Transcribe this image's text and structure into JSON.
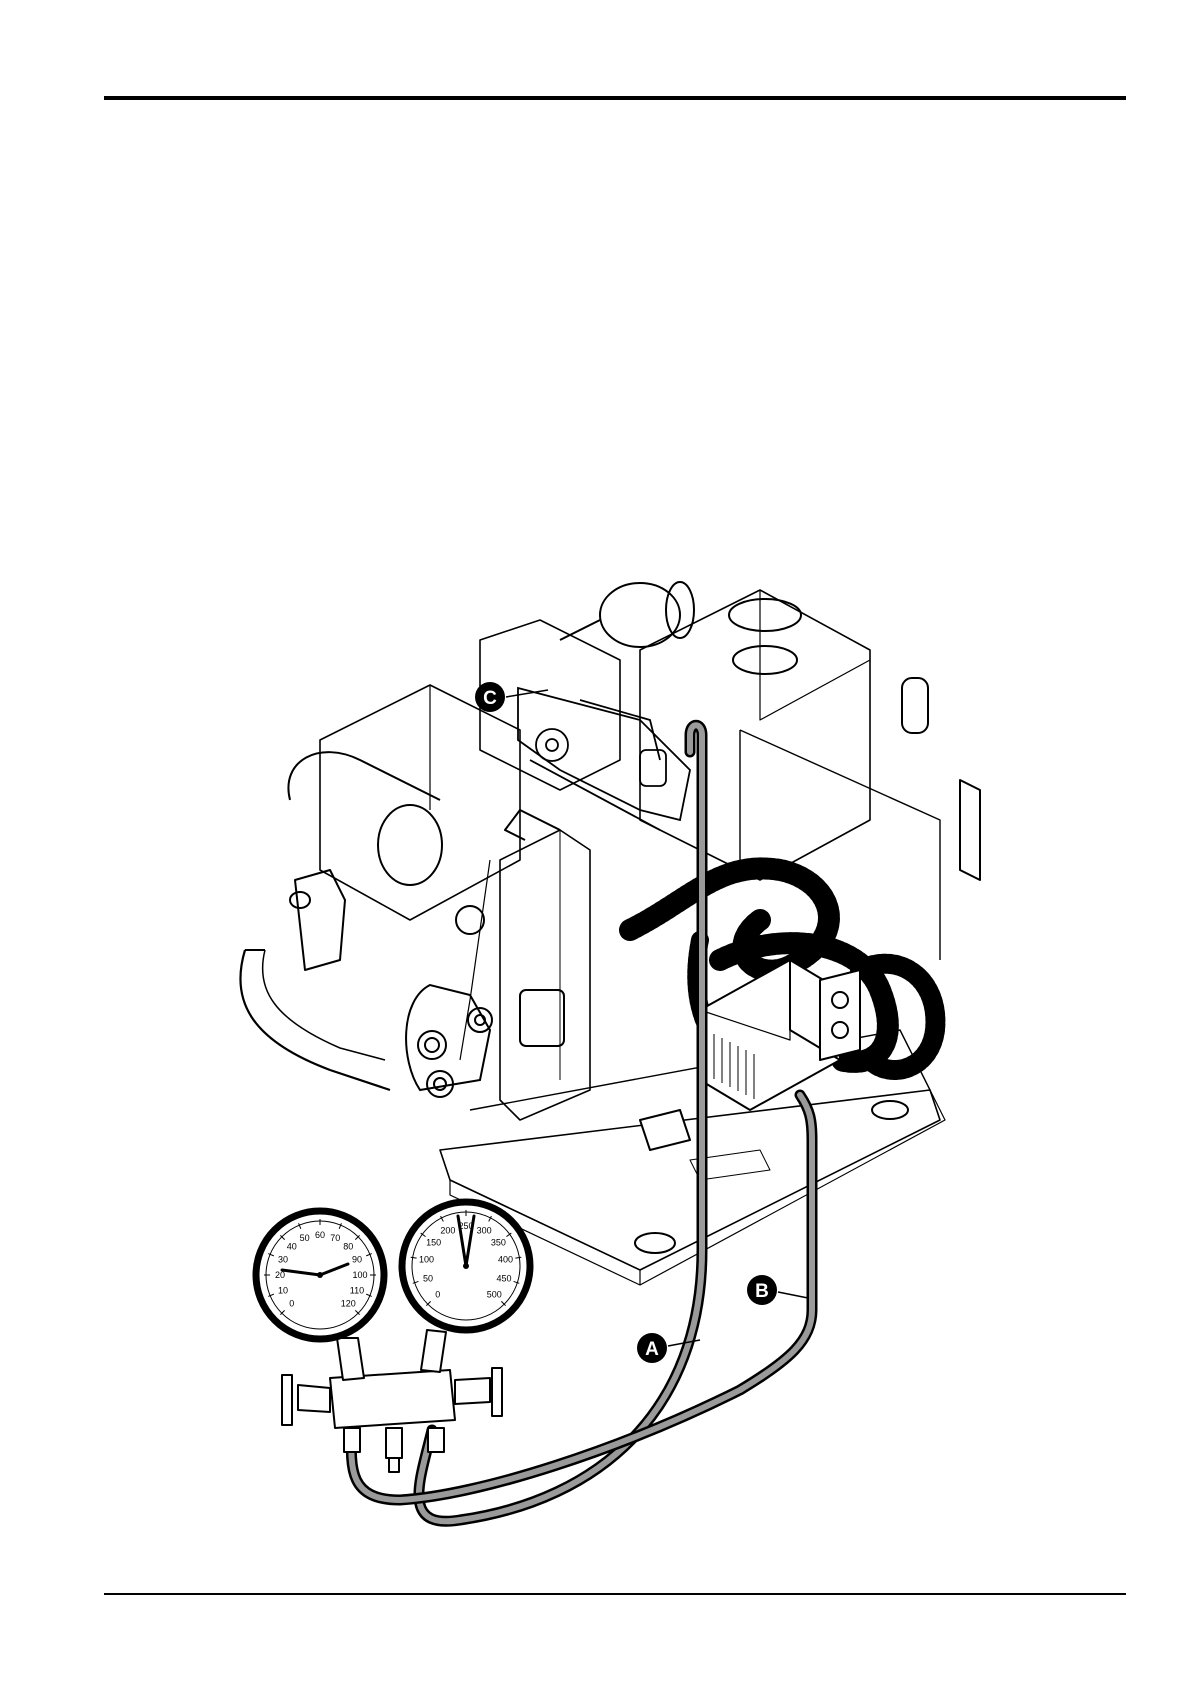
{
  "figure": {
    "callouts": [
      {
        "id": "A",
        "label": "A"
      },
      {
        "id": "B",
        "label": "B"
      },
      {
        "id": "C",
        "label": "C"
      }
    ],
    "low_side_gauge": {
      "scale_labels": [
        "0",
        "10",
        "20",
        "30",
        "40",
        "50",
        "60",
        "70",
        "80",
        "90",
        "100",
        "110",
        "120"
      ]
    },
    "high_side_gauge": {
      "scale_labels": [
        "0",
        "50",
        "100",
        "150",
        "200",
        "250",
        "300",
        "350",
        "400",
        "450",
        "500"
      ]
    }
  },
  "colors": {
    "ink": "#000000",
    "paper": "#ffffff",
    "hose": "#9a9a9a",
    "shade": "#d9d9d9"
  }
}
